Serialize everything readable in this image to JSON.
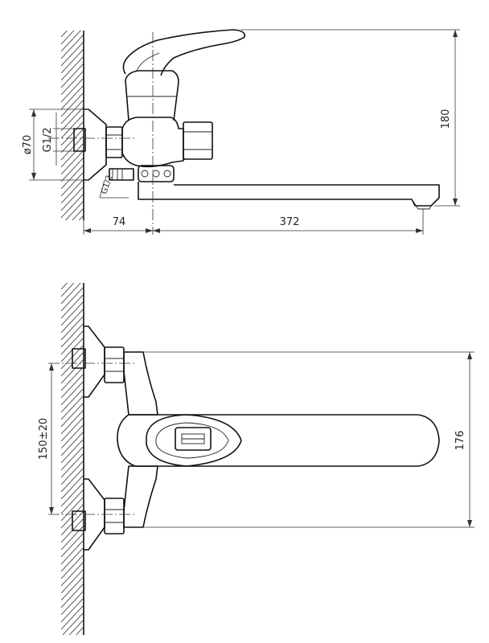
{
  "side_view": {
    "diameter_label": "ø70",
    "thread_label": "G1/2",
    "thread_label_small": "G1/2",
    "height_label": "180",
    "wall_offset_label": "74",
    "spout_length_label": "372"
  },
  "front_view": {
    "spacing_label": "150±20",
    "width_label": "176"
  }
}
